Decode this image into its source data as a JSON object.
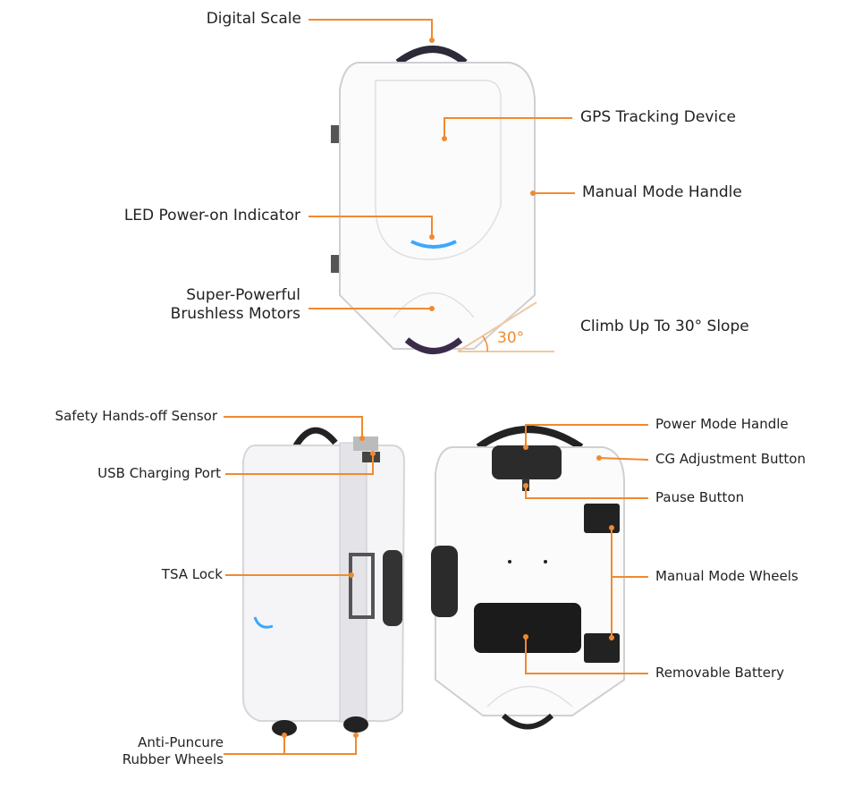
{
  "colors": {
    "accent": "#f08a30",
    "body": "#ffffff",
    "trim": "#2b2b3a",
    "led": "#3aa8ff"
  },
  "top_view": {
    "labels": {
      "digital_scale": "Digital Scale",
      "gps": "GPS Tracking  Device",
      "manual_handle": "Manual Mode Handle",
      "led": "LED Power-on Indicator",
      "motors_line1": "Super-Powerful",
      "motors_line2": "Brushless Motors",
      "slope_angle": "30°",
      "slope": "Climb Up To 30° Slope"
    }
  },
  "side_view": {
    "labels": {
      "safety": "Safety Hands-off Sensor",
      "usb": "USB Charging Port",
      "tsa": "TSA Lock",
      "wheels_line1": "Anti-Puncure",
      "wheels_line2": "Rubber Wheels"
    }
  },
  "back_view": {
    "labels": {
      "power_handle": "Power Mode Handle",
      "cg": "CG Adjustment Button",
      "pause": "Pause Button",
      "manual_wheels": "Manual Mode Wheels",
      "battery": "Removable Battery"
    }
  }
}
